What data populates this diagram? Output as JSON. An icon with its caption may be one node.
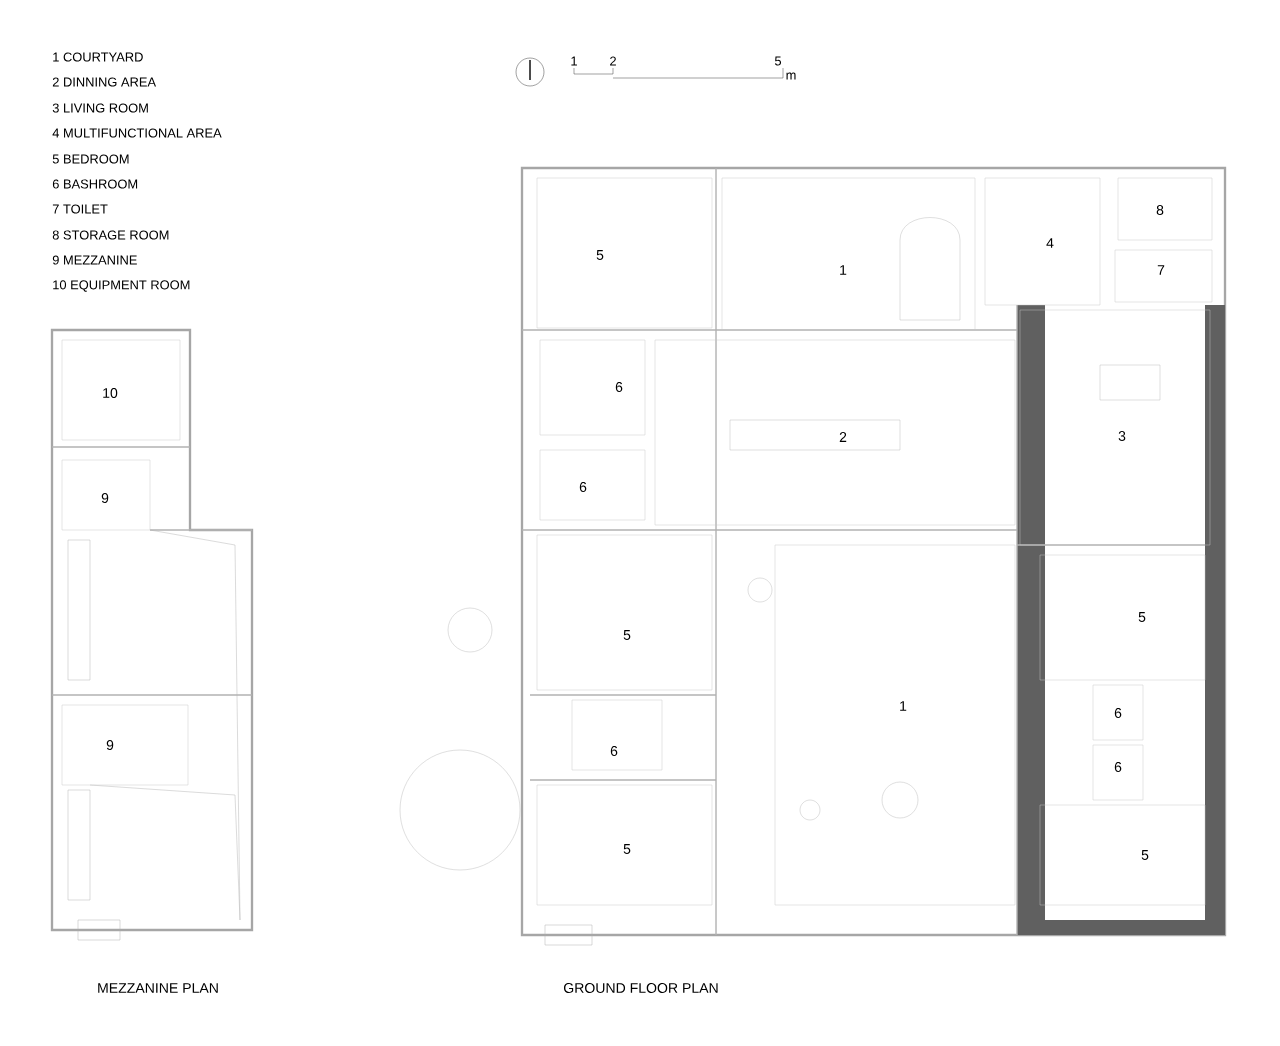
{
  "diagram": {
    "nodes": [
      {
        "text": [
          "10"
        ]
      },
      {
        "text": [
          "9"
        ]
      },
      {
        "text": [
          "9"
        ]
      },
      {
        "text": [
          "5"
        ]
      },
      {
        "text": [
          "1"
        ]
      },
      {
        "text": [
          "4"
        ]
      },
      {
        "text": [
          "8"
        ]
      },
      {
        "text": [
          "7"
        ]
      },
      {
        "text": [
          "6"
        ]
      },
      {
        "text": [
          "2"
        ]
      },
      {
        "text": [
          "3"
        ]
      },
      {
        "text": [
          "6"
        ]
      },
      {
        "text": [
          "5"
        ]
      },
      {
        "text": [
          "1"
        ]
      },
      {
        "text": [
          "5"
        ]
      },
      {
        "text": [
          "6"
        ]
      },
      {
        "text": [
          "6"
        ]
      },
      {
        "text": [
          "6"
        ]
      },
      {
        "text": [
          "5"
        ]
      },
      {
        "text": [
          "5"
        ]
      }
    ],
    "labels": [
      "1  COURTYARD",
      "2  DINNING AREA",
      "3  LIVING ROOM",
      "4  MULTIFUNCTIONAL AREA",
      "5  BEDROOM",
      "6 BASHROOM",
      "7 TOILET",
      "8 STORAGE ROOM",
      "9 MEZZANINE",
      "10 EQUIPMENT ROOM",
      "1",
      "2",
      "5",
      "m",
      "MEZZANINE PLAN",
      "GROUND FLOOR PLAN"
    ]
  }
}
